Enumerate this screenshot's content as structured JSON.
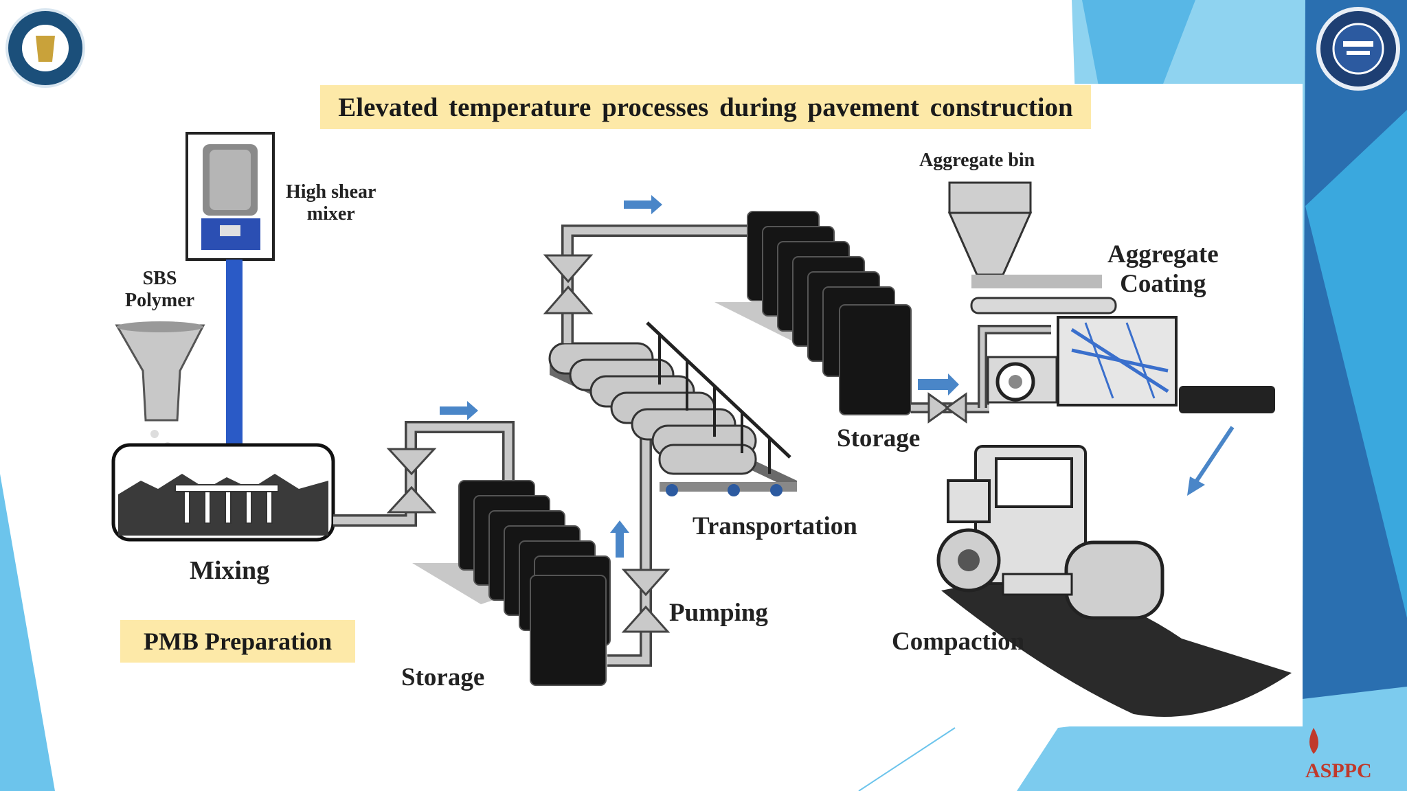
{
  "diagram": {
    "title": "Elevated temperature processes during pavement construction",
    "labels": {
      "high_shear_mixer": [
        "High shear",
        "mixer"
      ],
      "sbs_polymer": [
        "SBS",
        "Polymer"
      ],
      "mixing": "Mixing",
      "pmb_preparation": "PMB Preparation",
      "storage_left": "Storage",
      "pumping": "Pumping",
      "transportation": "Transportation",
      "storage_right": "Storage",
      "aggregate_bin": "Aggregate bin",
      "aggregate_coating": [
        "Aggregate",
        "Coating"
      ],
      "compaction": "Compaction"
    }
  },
  "branding": {
    "left_logo": "ministry-of-petroleum-seal",
    "right_logo": "certification-seal",
    "bottom_right_logo": "ASPPC"
  },
  "colors": {
    "label_fill": "#fde9a8",
    "arrow": "#4a86c8",
    "shaft": "#2a5ac6",
    "slide_blue": "#3b9fd8"
  }
}
